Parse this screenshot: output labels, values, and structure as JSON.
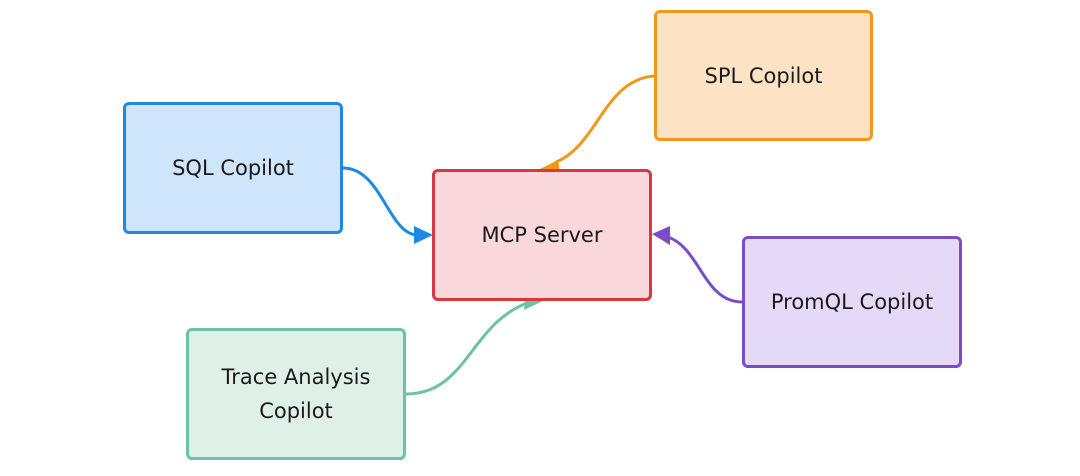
{
  "nodes": [
    {
      "id": "sql",
      "label": "SQL Copilot",
      "fill": "#cfe5fb",
      "stroke": "#1e88e5"
    },
    {
      "id": "mcp",
      "label": "MCP Server",
      "fill": "#f9d7da",
      "stroke": "#d9363e"
    },
    {
      "id": "spl",
      "label": "SPL Copilot",
      "fill": "#fde3c3",
      "stroke": "#f09819"
    },
    {
      "id": "promql",
      "label": "PromQL Copilot",
      "fill": "#e4daf7",
      "stroke": "#7b4cc8"
    },
    {
      "id": "trace",
      "label": "Trace Analysis\nCopilot",
      "fill": "#dff0e9",
      "stroke": "#6cc1a6"
    }
  ],
  "edges": [
    {
      "from": "sql",
      "to": "mcp",
      "color": "#1e88e5"
    },
    {
      "from": "spl",
      "to": "mcp",
      "color": "#f09819"
    },
    {
      "from": "promql",
      "to": "mcp",
      "color": "#7b4cc8"
    },
    {
      "from": "trace",
      "to": "mcp",
      "color": "#6cc1a6"
    }
  ]
}
